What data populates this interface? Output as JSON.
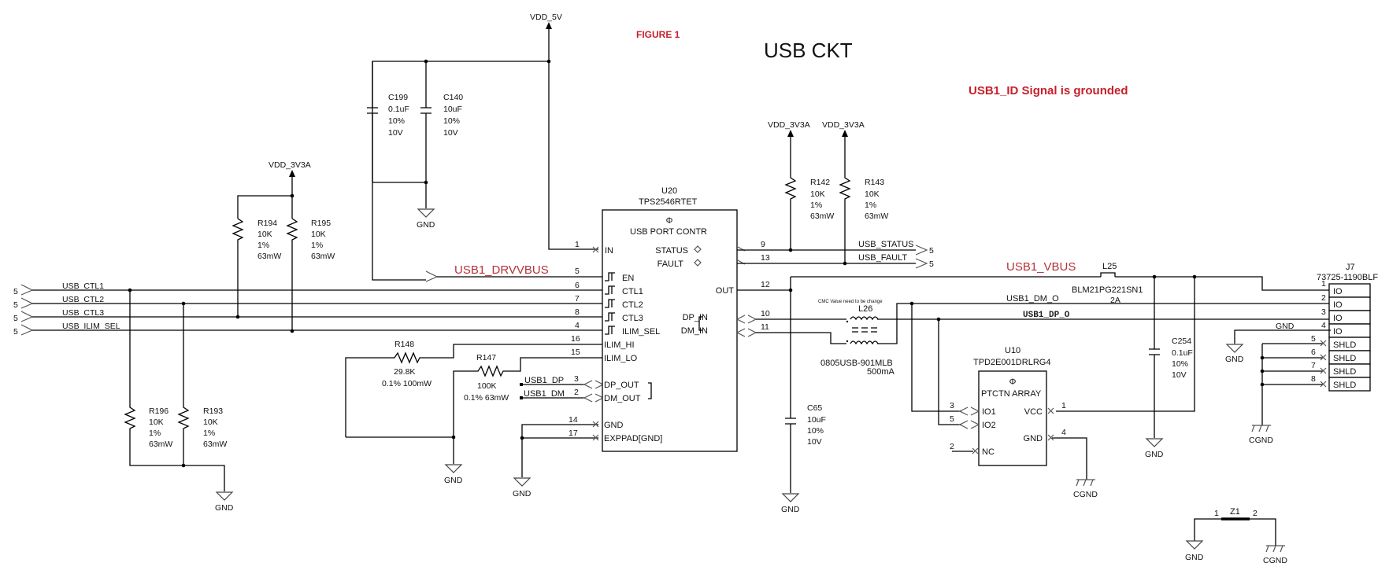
{
  "header": {
    "figure_label": "FIGURE 1",
    "title": "USB  CKT",
    "note": "USB1_ID Signal is grounded",
    "accent_color": "#c8202a"
  },
  "power": {
    "vdd_5v": "VDD_5V",
    "vdd_3v3a_left": "VDD_3V3A",
    "vdd_3v3a_r142": "VDD_3V3A",
    "vdd_3v3a_r143": "VDD_3V3A"
  },
  "grounds": {
    "gnd": "GND",
    "cgnd": "CGND"
  },
  "capacitors": {
    "c199": {
      "ref": "C199",
      "value": "0.1uF",
      "tol": "10%",
      "volt": "10V"
    },
    "c140": {
      "ref": "C140",
      "value": "10uF",
      "tol": "10%",
      "volt": "10V"
    },
    "c65": {
      "ref": "C65",
      "value": "10uF",
      "tol": "10%",
      "volt": "10V"
    },
    "c254": {
      "ref": "C254",
      "value": "0.1uF",
      "tol": "10%",
      "volt": "10V"
    }
  },
  "resistors": {
    "r194": {
      "ref": "R194",
      "value": "10K",
      "tol": "1%",
      "power": "63mW"
    },
    "r195": {
      "ref": "R195",
      "value": "10K",
      "tol": "1%",
      "power": "63mW"
    },
    "r196": {
      "ref": "R196",
      "value": "10K",
      "tol": "1%",
      "power": "63mW"
    },
    "r193": {
      "ref": "R193",
      "value": "10K",
      "tol": "1%",
      "power": "63mW"
    },
    "r142": {
      "ref": "R142",
      "value": "10K",
      "tol": "1%",
      "power": "63mW"
    },
    "r143": {
      "ref": "R143",
      "value": "10K",
      "tol": "1%",
      "power": "63mW"
    },
    "r148": {
      "ref": "R148",
      "value": "29.8K",
      "spec": "0.1%  100mW"
    },
    "r147": {
      "ref": "R147",
      "value": "100K",
      "spec": "0.1%  63mW"
    }
  },
  "u20": {
    "ref": "U20",
    "part": "TPS2546RTET",
    "function": "USB PORT CONTR",
    "left_pins": [
      {
        "num": "1",
        "name": "IN"
      },
      {
        "num": "5",
        "name": "EN"
      },
      {
        "num": "6",
        "name": "CTL1"
      },
      {
        "num": "7",
        "name": "CTL2"
      },
      {
        "num": "8",
        "name": "CTL3"
      },
      {
        "num": "4",
        "name": "ILIM_SEL"
      },
      {
        "num": "16",
        "name": "ILIM_HI"
      },
      {
        "num": "15",
        "name": "ILIM_LO"
      },
      {
        "num": "3",
        "name": "DP_OUT"
      },
      {
        "num": "2",
        "name": "DM_OUT"
      },
      {
        "num": "14",
        "name": "GND"
      },
      {
        "num": "17",
        "name": "EXPPAD[GND]"
      }
    ],
    "right_pins": [
      {
        "num": "9",
        "name": "STATUS"
      },
      {
        "num": "13",
        "name": "FAULT"
      },
      {
        "num": "12",
        "name": "OUT"
      },
      {
        "num": "10",
        "name": "DP_IN"
      },
      {
        "num": "11",
        "name": "DM_IN"
      }
    ]
  },
  "u10": {
    "ref": "U10",
    "part": "TPD2E001DRLRG4",
    "function": "PTCTN ARRAY",
    "pins": [
      {
        "num": "3",
        "name": "IO1"
      },
      {
        "num": "5",
        "name": "IO2"
      },
      {
        "num": "2",
        "name": "NC"
      },
      {
        "num": "1",
        "name": "VCC"
      },
      {
        "num": "4",
        "name": "GND"
      }
    ]
  },
  "inductors": {
    "l26": {
      "ref": "L26",
      "note": "CMC Value need to be change",
      "part": "0805USB-901MLB",
      "rating": "500mA"
    },
    "l25": {
      "ref": "L25",
      "part": "BLM21PG221SN1",
      "rating": "2A"
    }
  },
  "connector_j7": {
    "ref": "J7",
    "part": "73725-1190BLF",
    "pins": [
      {
        "num": "1",
        "name": "IO"
      },
      {
        "num": "2",
        "name": "IO"
      },
      {
        "num": "3",
        "name": "IO"
      },
      {
        "num": "4",
        "name": "IO"
      },
      {
        "num": "5",
        "name": "SHLD"
      },
      {
        "num": "6",
        "name": "SHLD"
      },
      {
        "num": "7",
        "name": "SHLD"
      },
      {
        "num": "8",
        "name": "SHLD"
      }
    ]
  },
  "z1": {
    "ref": "Z1",
    "pin1": "1",
    "pin2": "2"
  },
  "nets": {
    "ctl_inputs": [
      {
        "sheet": "5",
        "name": "USB_CTL1"
      },
      {
        "sheet": "5",
        "name": "USB_CTL2"
      },
      {
        "sheet": "5",
        "name": "USB_CTL3"
      },
      {
        "sheet": "5",
        "name": "USB_ILIM_SEL"
      }
    ],
    "drvvbus": "USB1_DRVVBUS",
    "usb_status": {
      "name": "USB_STATUS",
      "sheet": "5"
    },
    "usb_fault": {
      "name": "USB_FAULT",
      "sheet": "5"
    },
    "usb1_vbus": "USB1_VBUS",
    "usb1_dm_o": "USB1_DM_O",
    "usb1_dp_o": "USB1_DP_O",
    "usb1_dp": "USB1_DP",
    "usb1_dm": "USB1_DM",
    "j7_gnd": "GND"
  }
}
